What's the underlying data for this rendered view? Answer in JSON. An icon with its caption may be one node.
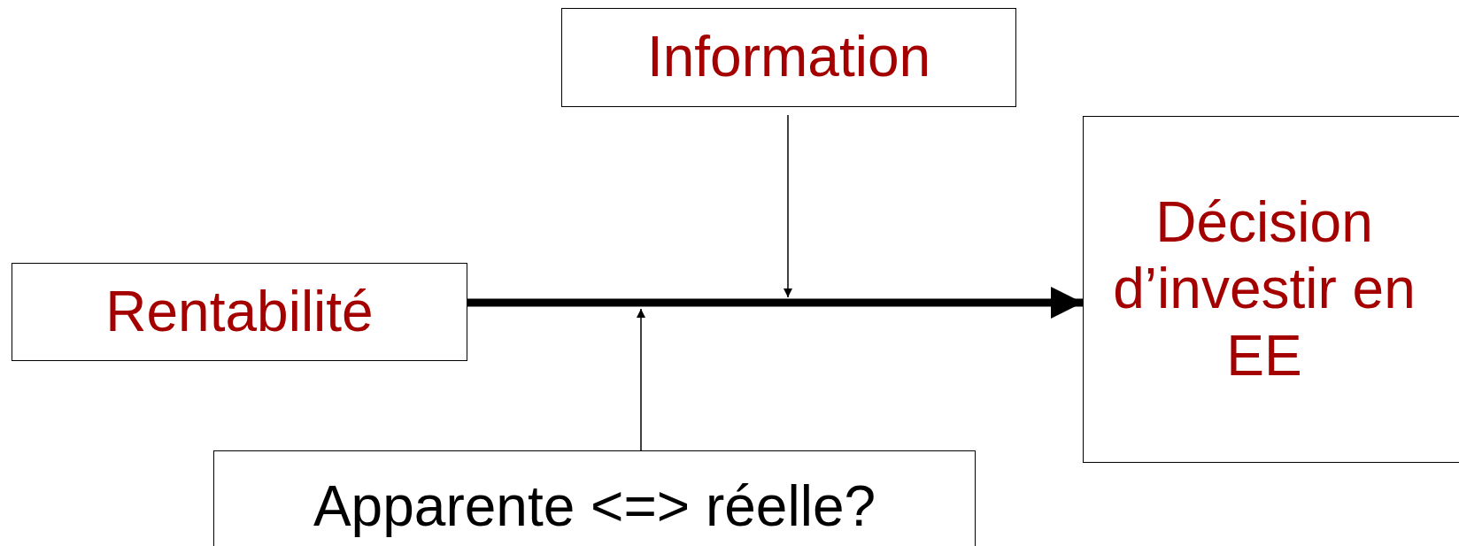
{
  "diagram": {
    "nodes": [
      {
        "text": [
          "Information"
        ]
      },
      {
        "text": [
          "Rentabilité"
        ]
      },
      {
        "text": [
          "Décision d’investir en EE"
        ]
      },
      {
        "text": [
          "Apparente <=> réelle?"
        ]
      }
    ],
    "edges": [
      {
        "from": 1,
        "to": 2,
        "arrow": "to",
        "style": "thick"
      },
      {
        "from": 0,
        "to": null,
        "arrow": "to"
      },
      {
        "from": 3,
        "to": null,
        "arrow": "to"
      }
    ]
  }
}
